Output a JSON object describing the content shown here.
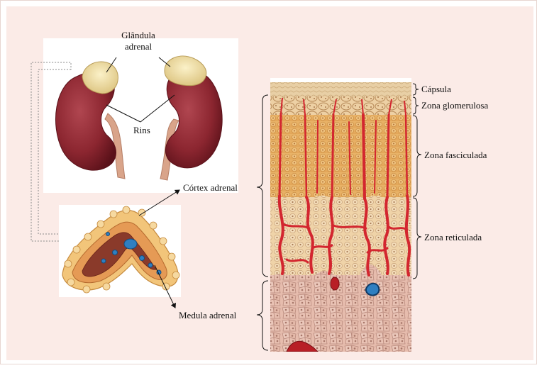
{
  "labels": {
    "glandula_line1": "Glândula",
    "glandula_line2": "adrenal",
    "rins": "Rins",
    "cortex": "Córtex adrenal",
    "medula": "Medula adrenal",
    "capsula": "Cápsula",
    "glomerulosa": "Zona glomerulosa",
    "fasciculada": "Zona fasciculada",
    "reticulada": "Zona reticulada"
  },
  "colors": {
    "background_panel": "#fbebe7",
    "kidney": "#8c2630",
    "adrenal_gland": "#eed9a0",
    "ureter": "#d9a48a",
    "cortex_tissue": "#e2a85e",
    "reticulata_tissue": "#ecc99a",
    "medulla_tissue": "#e3b6a6",
    "blood_vessel": "#d3262f",
    "vein_blue": "#2f7fc1"
  }
}
